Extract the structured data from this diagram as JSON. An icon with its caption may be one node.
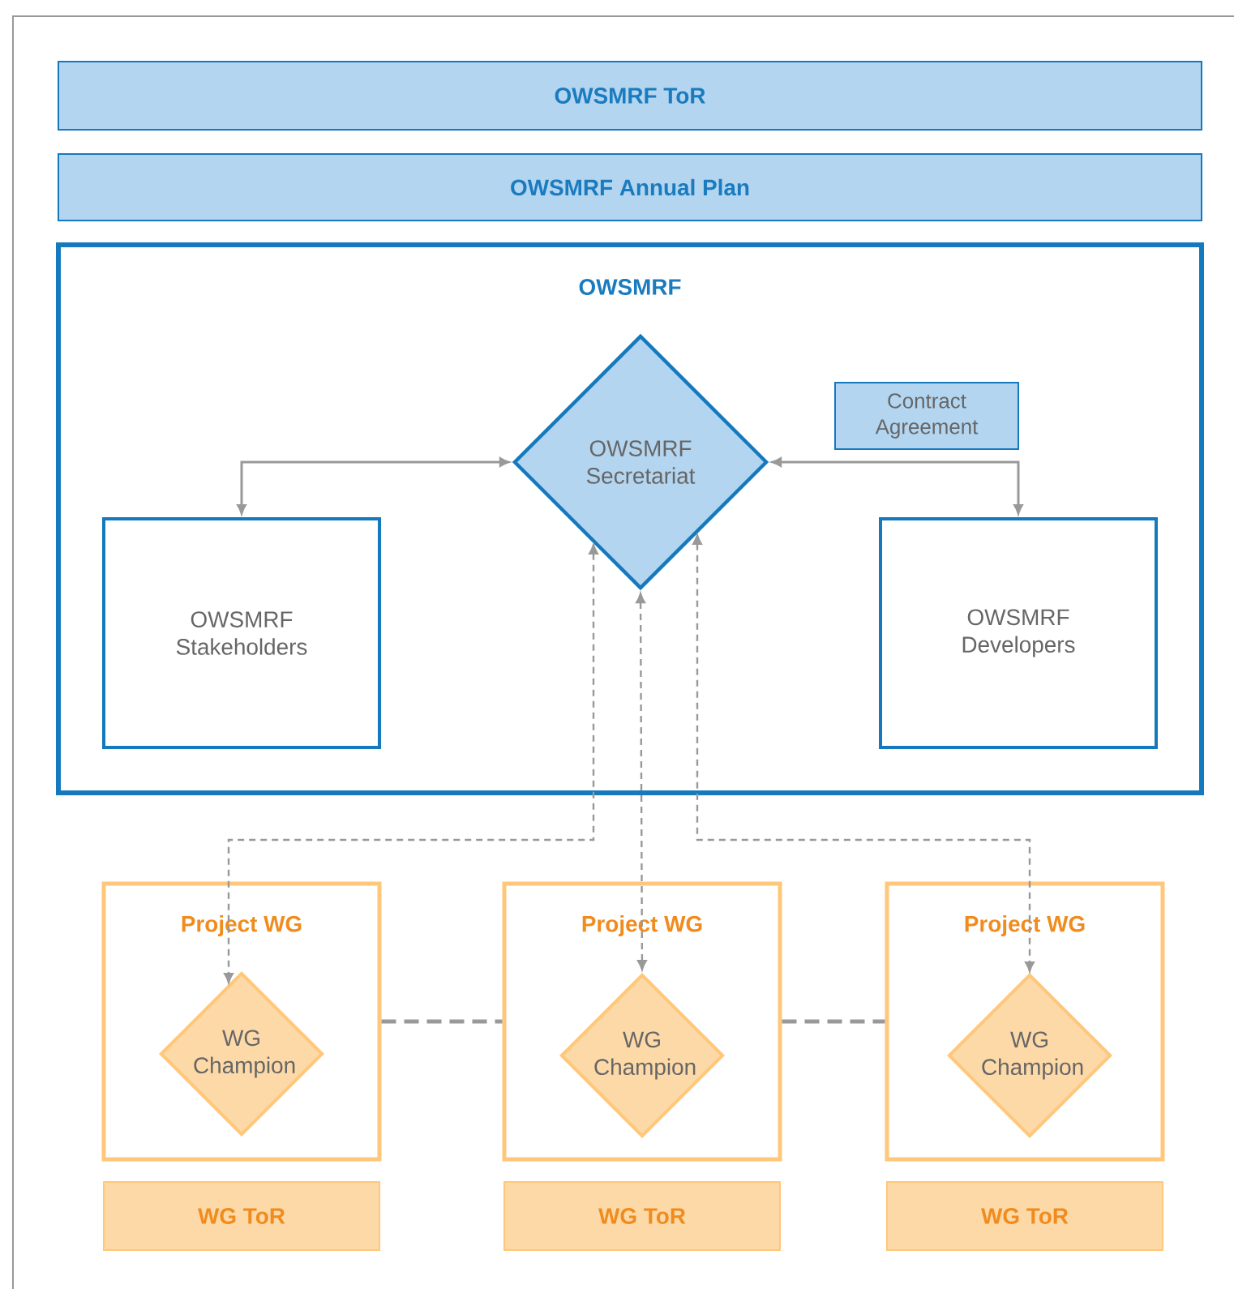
{
  "diagram": {
    "nodes": [
      {
        "text": [
          "OWSMRF ToR"
        ]
      },
      {
        "text": [
          "OWSMRF Annual Plan"
        ]
      },
      {
        "text": [
          "OWSMRF"
        ]
      },
      {
        "text": [
          "OWSMRF Secretariat"
        ],
        "in": 2
      },
      {
        "text": [
          "Contract Agreement"
        ],
        "in": 2
      },
      {
        "text": [
          "OWSMRF Stakeholders"
        ],
        "in": 2
      },
      {
        "text": [
          "OWSMRF Developers"
        ],
        "in": 2
      },
      {
        "text": [
          "Project WG"
        ]
      },
      {
        "text": [
          "WG Champion"
        ],
        "in": 7
      },
      {
        "text": [
          "Project WG"
        ]
      },
      {
        "text": [
          "WG Champion"
        ],
        "in": 9
      },
      {
        "text": [
          "Project WG"
        ]
      },
      {
        "text": [
          "WG Champion"
        ],
        "in": 11
      },
      {
        "text": [
          "WG ToR"
        ]
      },
      {
        "text": [
          "WG ToR"
        ]
      },
      {
        "text": [
          "WG ToR"
        ]
      }
    ],
    "edges": [
      {
        "from": 3,
        "to": 5,
        "arrow": "both"
      },
      {
        "from": 3,
        "to": 6,
        "arrow": "both"
      },
      {
        "from": 3,
        "to": 8,
        "arrow": "both",
        "style": "dashed"
      },
      {
        "from": 3,
        "to": 10,
        "arrow": "both",
        "style": "dashed"
      },
      {
        "from": 3,
        "to": 12,
        "arrow": "both",
        "style": "dashed"
      },
      {
        "from": 7,
        "to": 9,
        "arrow": "none",
        "style": "dashed"
      },
      {
        "from": 9,
        "to": 11,
        "arrow": "none",
        "style": "dashed"
      }
    ]
  }
}
